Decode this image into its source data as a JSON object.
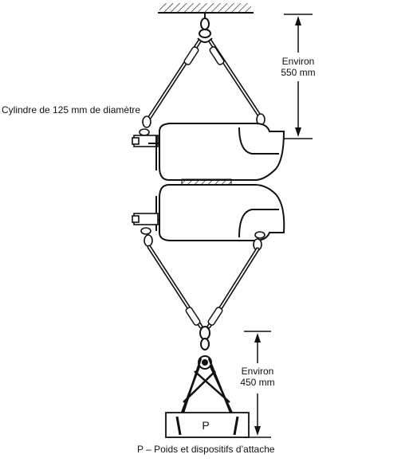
{
  "labels": {
    "cylinder": "Cylindre de 125 mm de diamètre",
    "upper_dim_line1": "Environ",
    "upper_dim_line2": "550 mm",
    "lower_dim_line1": "Environ",
    "lower_dim_line2": "450 mm",
    "weight_box": "P",
    "caption": "P – Poids et dispositifs d’attache"
  },
  "colors": {
    "ink": "#111111",
    "paper": "#ffffff"
  }
}
